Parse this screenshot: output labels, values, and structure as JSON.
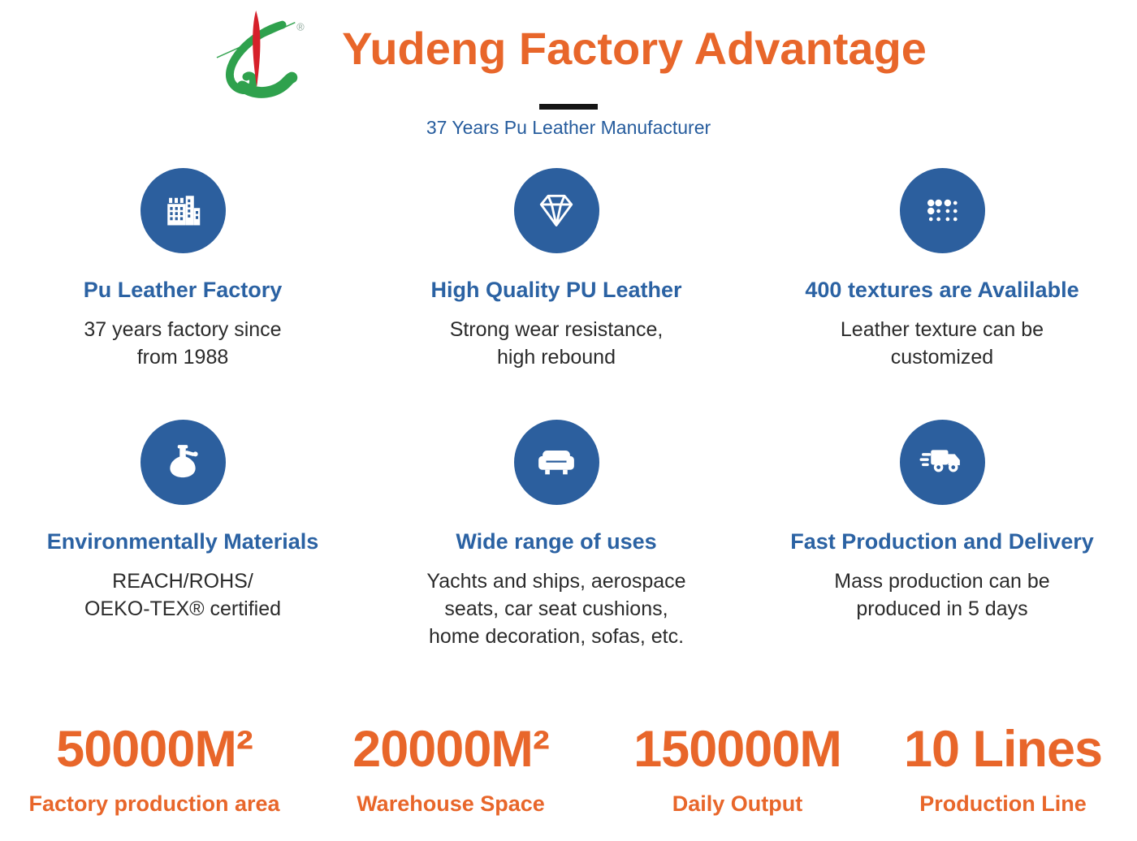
{
  "header": {
    "title": "Yudeng Factory Advantage",
    "subtitle": "37 Years Pu Leather Manufacturer",
    "logo_registered_mark": "®"
  },
  "features": [
    {
      "icon": "factory-building-icon",
      "title": "Pu Leather Factory",
      "description": "37 years factory since\nfrom 1988"
    },
    {
      "icon": "diamond-icon",
      "title": "High Quality PU Leather",
      "description": "Strong wear resistance,\nhigh rebound"
    },
    {
      "icon": "texture-dots-icon",
      "title": "400 textures are Avalilable",
      "description": "Leather texture can be\ncustomized"
    },
    {
      "icon": "flask-icon",
      "title": "Environmentally Materials",
      "description": "REACH/ROHS/\nOEKO-TEX® certified"
    },
    {
      "icon": "sofa-icon",
      "title": "Wide range of uses",
      "description": "Yachts and ships, aerospace\nseats, car seat cushions,\nhome decoration, sofas, etc."
    },
    {
      "icon": "delivery-truck-icon",
      "title": "Fast Production and Delivery",
      "description": "Mass production can be\nproduced in 5 days"
    }
  ],
  "stats": [
    {
      "value": "50000M²",
      "label": "Factory production area"
    },
    {
      "value": "20000M²",
      "label": "Warehouse Space"
    },
    {
      "value": "150000M",
      "label": "Daily Output"
    },
    {
      "value": "10 Lines",
      "label": "Production Line"
    }
  ],
  "colors": {
    "accent_orange": "#E8662A",
    "brand_blue_circle": "#2C5F9E",
    "heading_blue": "#2B62A3",
    "subtitle_blue": "#265C9D",
    "body_text": "#2B2B2B",
    "divider_black": "#151515",
    "logo_green": "#2FA14D",
    "logo_red": "#D6202A"
  }
}
